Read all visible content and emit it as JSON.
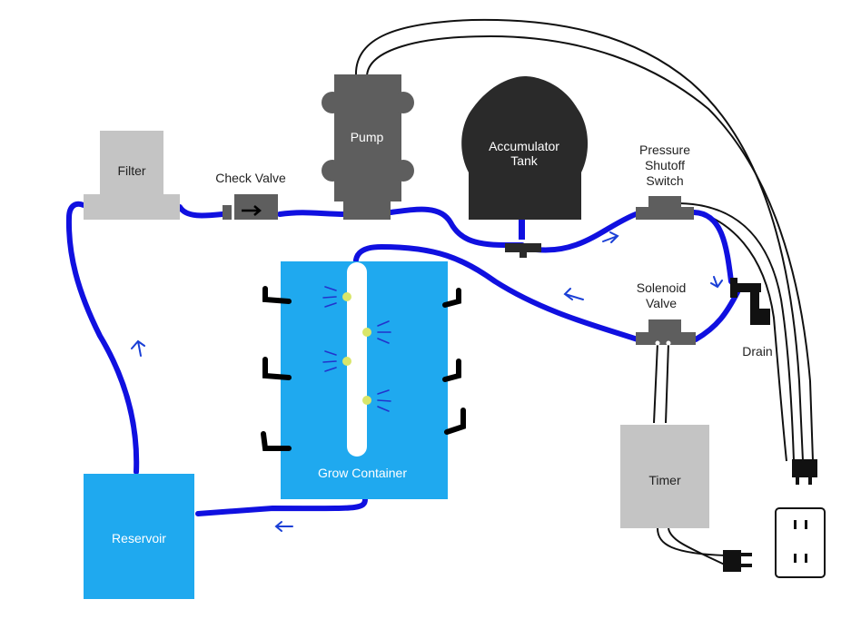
{
  "labels": {
    "filter": "Filter",
    "check_valve": "Check Valve",
    "pump": "Pump",
    "accumulator_line1": "Accumulator",
    "accumulator_line2": "Tank",
    "pressure_line1": "Pressure",
    "pressure_line2": "Shutoff",
    "pressure_line3": "Switch",
    "solenoid_line1": "Solenoid",
    "solenoid_line2": "Valve",
    "drain": "Drain",
    "timer": "Timer",
    "grow_container": "Grow Container",
    "reservoir": "Reservoir"
  },
  "colors": {
    "water_line": "#1010e0",
    "flow_arrow": "#1a3fd6",
    "grey_component": "#c4c4c4",
    "dark_component": "#5e5e5e",
    "tank": "#2a2a2a",
    "container_blue": "#1fa9ef",
    "wire": "#111111",
    "spray_dot": "#d9e66a"
  }
}
